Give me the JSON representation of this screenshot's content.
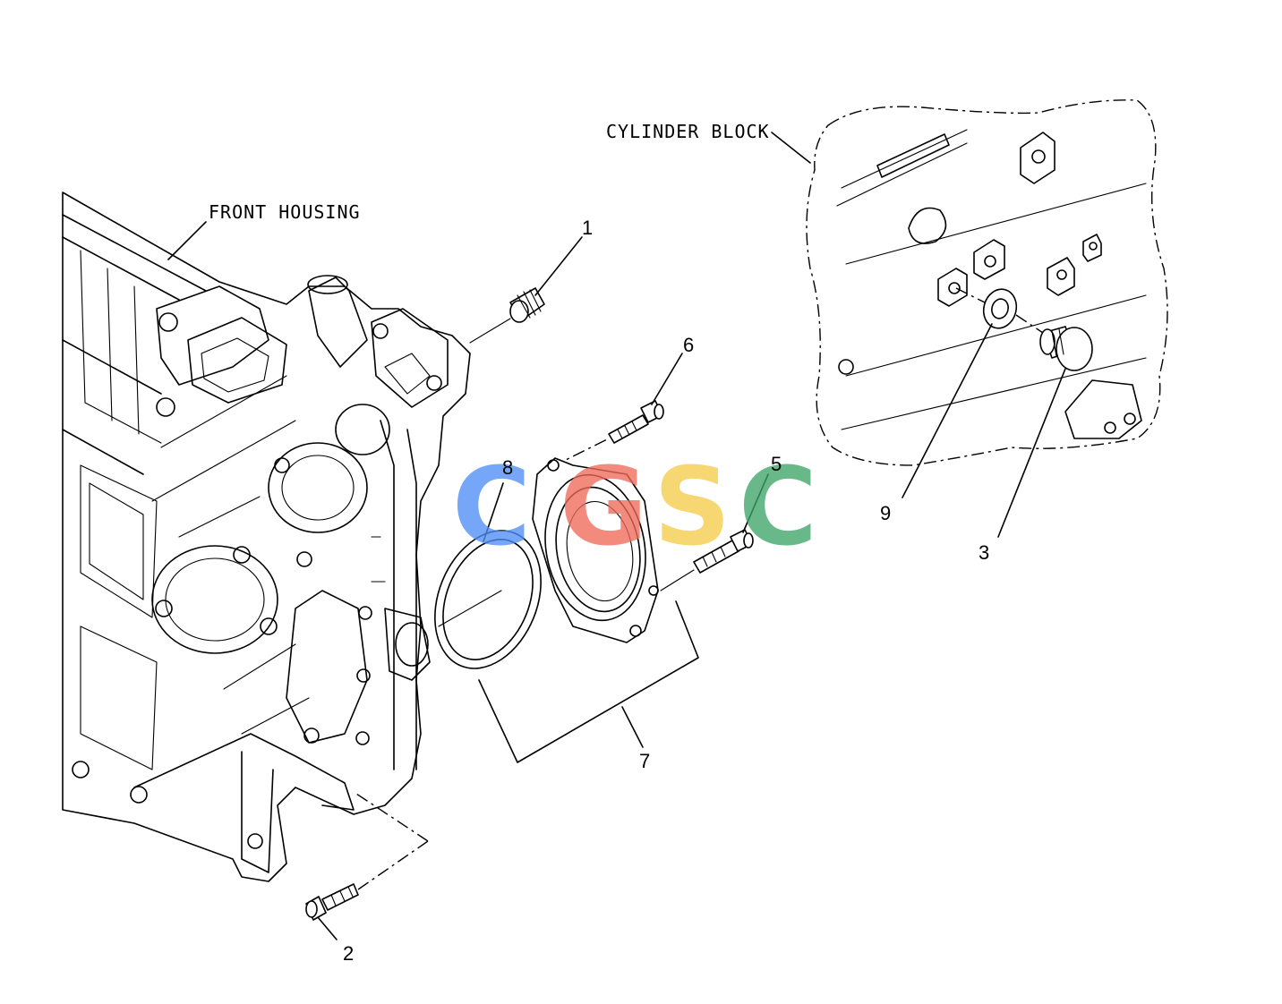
{
  "labels": {
    "front_housing": "FRONT HOUSING",
    "cylinder_block": "CYLINDER BLOCK"
  },
  "callouts": {
    "c1": "1",
    "c2": "2",
    "c3": "3",
    "c5": "5",
    "c6": "6",
    "c7": "7",
    "c8": "8",
    "c9": "9"
  },
  "watermark": {
    "letters": [
      "C",
      "G",
      "S",
      "C"
    ],
    "colors": [
      "#4f8ef7",
      "#ef6b5b",
      "#f6cc4a",
      "#3fa56a"
    ]
  },
  "colors": {
    "line": "#000000",
    "background": "#ffffff"
  }
}
